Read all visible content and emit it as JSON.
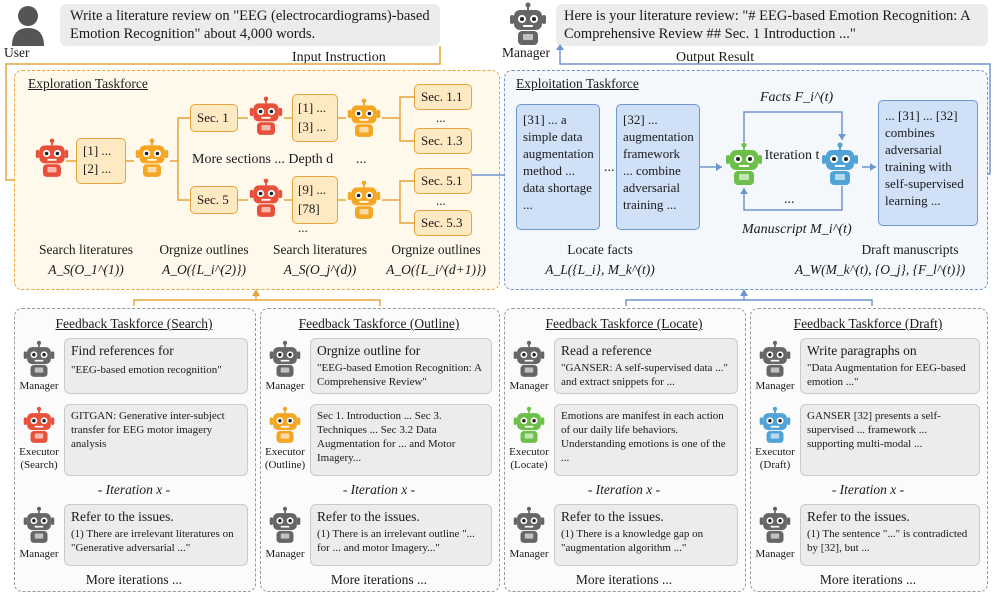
{
  "top": {
    "user_label": "User",
    "user_text": "Write a literature review on \"EEG (electrocardiograms)-based Emotion Recognition\" about 4,000 words.",
    "input_instruction": "Input Instruction",
    "manager_label": "Manager",
    "manager_text": "Here is your literature review: \"# EEG-based Emotion Recognition: A Comprehensive Review ## Sec. 1 Introduction ...\"",
    "output_result": "Output Result"
  },
  "exploration": {
    "title": "Exploration Taskforce",
    "refs1": [
      "[1] ...",
      "[2] ..."
    ],
    "sec1": "Sec. 1",
    "sec5": "Sec. 5",
    "refs2": [
      "[1] ...",
      "[3] ..."
    ],
    "refs3": [
      "[9] ...",
      "[78] ..."
    ],
    "more_sections": "More sections ... Depth d",
    "dots": "...",
    "sub_secs_top": [
      "Sec. 1.1",
      "...",
      "Sec. 1.3"
    ],
    "sub_secs_bottom": [
      "Sec. 5.1",
      "...",
      "Sec. 5.3"
    ],
    "labels": [
      "Search literatures",
      "Orgnize outlines",
      "Search literatures",
      "Orgnize outlines"
    ],
    "formulas": [
      "A_S(O_1^(1))",
      "A_O({L_i^(2)})",
      "A_S(O_j^(d))",
      "A_O({L_i^(d+1)})"
    ]
  },
  "exploitation": {
    "title": "Exploitation Taskforce",
    "box1": "[31] ... a simple data augmentation method ... data shortage ...",
    "box2": "[32] ... augmentation framework ... combine adversarial training ...",
    "dots": "...",
    "facts": "Facts F_i^(t)",
    "iteration": "Iteration t",
    "manuscript": "Manuscript M_i^(t)",
    "dots2": "...",
    "box3": "... [31] ... [32] combines adversarial training with self-supervised learning ...",
    "label_locate": "Locate facts",
    "formula_locate": "A_L({L_i}, M_k^(t))",
    "label_draft": "Draft manuscripts",
    "formula_draft": "A_W(M_k^(t), {O_j}, {F_l^(t)})"
  },
  "feedback": [
    {
      "title": "Feedback Taskforce (Search)",
      "card1_title": "Find references for",
      "card1_text": "\"EEG-based emotion recognition\"",
      "card2_text": "GITGAN: Generative inter-subject transfer for EEG motor imagery analysis",
      "executor": "Executor (Search)",
      "iteration": "- Iteration x -",
      "card3_title": "Refer to the issues.",
      "card3_text": "(1) There are irrelevant literatures on \"Generative adversarial ...\"",
      "more": "More iterations ..."
    },
    {
      "title": "Feedback Taskforce (Outline)",
      "card1_title": "Orgnize outline for",
      "card1_text": "\"EEG-based Emotion Recognition: A Comprehensive Review\"",
      "card2_text": "Sec 1. Introduction ... Sec 3. Techniques ... Sec 3.2 Data Augmentation for ... and Motor Imagery...",
      "executor": "Executor (Outline)",
      "iteration": "- Iteration x -",
      "card3_title": "Refer to the issues.",
      "card3_text": "(1) There is an irrelevant outline \"... for ... and motor Imagery...\"",
      "more": "More iterations ..."
    },
    {
      "title": "Feedback Taskforce (Locate)",
      "card1_title": "Read a reference",
      "card1_text": "\"GANSER: A self-supervised data ...\" and extract snippets for ...",
      "card2_text": "Emotions are manifest in each action of our daily life behaviors. Understanding emotions is one of the ...",
      "executor": "Executor (Locate)",
      "iteration": "- Iteration x -",
      "card3_title": "Refer to the issues.",
      "card3_text": "(1) There is a knowledge gap on \"augmentation algorithm ...\"",
      "more": "More iterations ..."
    },
    {
      "title": "Feedback Taskforce (Draft)",
      "card1_title": "Write paragraphs on",
      "card1_text": "\"Data Augmentation for EEG-based emotion ...\"",
      "card2_text": "GANSER [32] presents a self-supervised ... framework ... supporting multi-modal ...",
      "executor": "Executor (Draft)",
      "iteration": "- Iteration x -",
      "card3_title": "Refer to the issues.",
      "card3_text": "(1) The sentence \"...\" is contradicted by [32], but ...",
      "more": "More iterations ..."
    }
  ],
  "manager_role": "Manager",
  "colors": {
    "orange_fill": "#fde9c2",
    "orange_stroke": "#e5a53a",
    "blue_fill": "#cfe0f7",
    "blue_stroke": "#6f96cc",
    "robot_red": "#e8503a",
    "robot_orange": "#f5a623",
    "robot_green": "#6cc04a",
    "robot_blue": "#4fa3d6",
    "robot_gray": "#666666"
  }
}
